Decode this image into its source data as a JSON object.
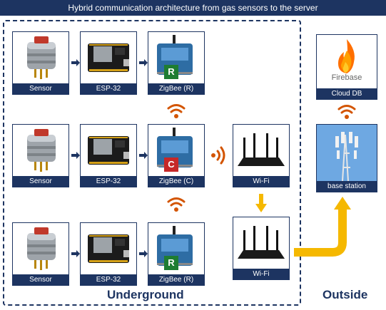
{
  "title": "Hybrid communication architecture from gas sensors to the server",
  "regions": {
    "underground": "Underground",
    "outside": "Outside"
  },
  "rows": [
    {
      "sensor": "Sensor",
      "mcu": "ESP-32",
      "zigbee": "ZigBee (R)",
      "badge": "R",
      "badge_color": "#1e7d32"
    },
    {
      "sensor": "Sensor",
      "mcu": "ESP-32",
      "zigbee": "ZigBee (C)",
      "badge": "C",
      "badge_color": "#c62828"
    },
    {
      "sensor": "Sensor",
      "mcu": "ESP-32",
      "zigbee": "ZigBee (R)",
      "badge": "R",
      "badge_color": "#1e7d32"
    }
  ],
  "wifi_nodes": [
    "Wi-Fi",
    "Wi-Fi"
  ],
  "base_station": "base station",
  "cloud": {
    "label": "Cloud DB",
    "logo_text": "Firebase"
  },
  "colors": {
    "navy": "#1d3461",
    "signal": "#d35400",
    "arrow": "#f5b800"
  },
  "icons": [
    "gas-sensor",
    "esp32-board",
    "zigbee-module",
    "wifi-router",
    "cell-tower",
    "firebase-flame",
    "wireless-signal"
  ]
}
